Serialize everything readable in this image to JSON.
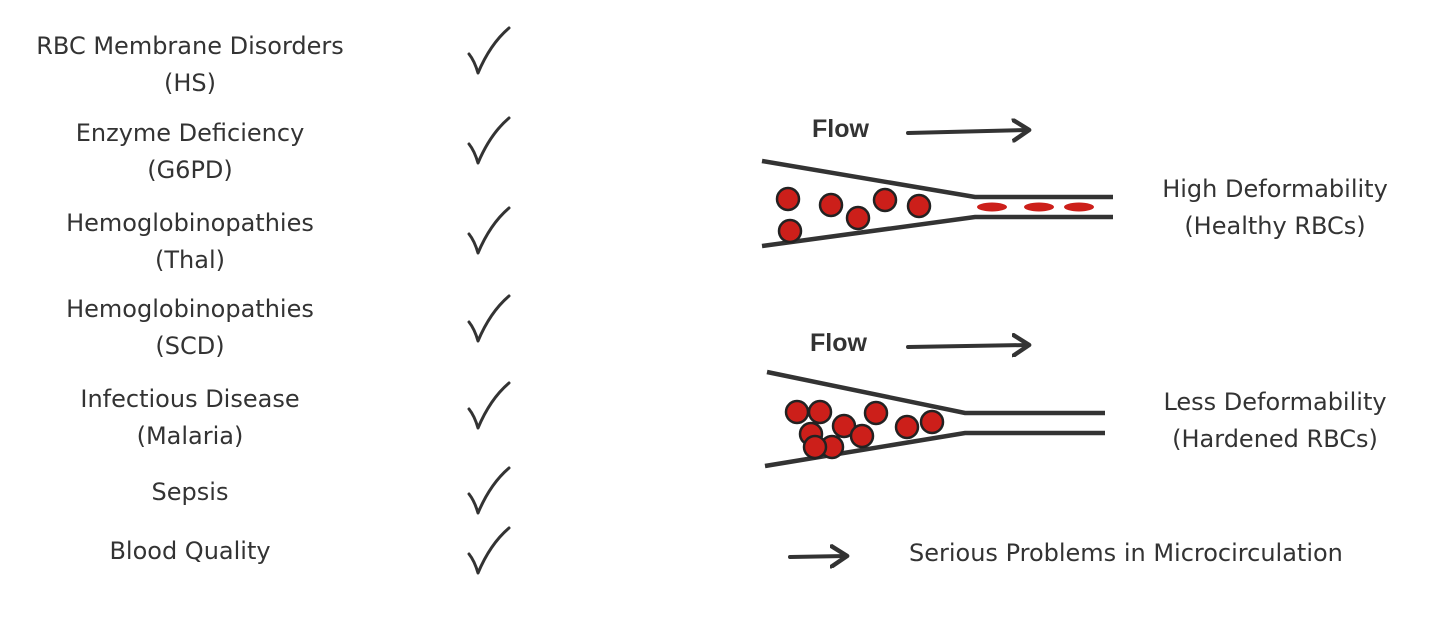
{
  "conditions": [
    {
      "name": "RBC Membrane Disorders",
      "detail": "(HS)"
    },
    {
      "name": "Enzyme Deficiency",
      "detail": "(G6PD)"
    },
    {
      "name": "Hemoglobinopathies",
      "detail": "(Thal)"
    },
    {
      "name": "Hemoglobinopathies",
      "detail": "(SCD)"
    },
    {
      "name": "Infectious Disease",
      "detail": "(Malaria)"
    },
    {
      "name": "Sepsis"
    },
    {
      "name": "Blood Quality"
    }
  ],
  "diagrams": {
    "healthy": {
      "flow_label": "Flow",
      "description": "High Deformability",
      "description_detail": "(Healthy RBCs)"
    },
    "hardened": {
      "flow_label": "Flow",
      "description": "Less Deformability",
      "description_detail": "(Hardened RBCs)"
    }
  },
  "conclusion": "Serious Problems in Microcirculation",
  "colors": {
    "text": "#333333",
    "line": "#333333",
    "rbc": "#cc1f1a"
  },
  "icons": {
    "check": "check-icon",
    "arrow": "arrow-right-icon"
  }
}
